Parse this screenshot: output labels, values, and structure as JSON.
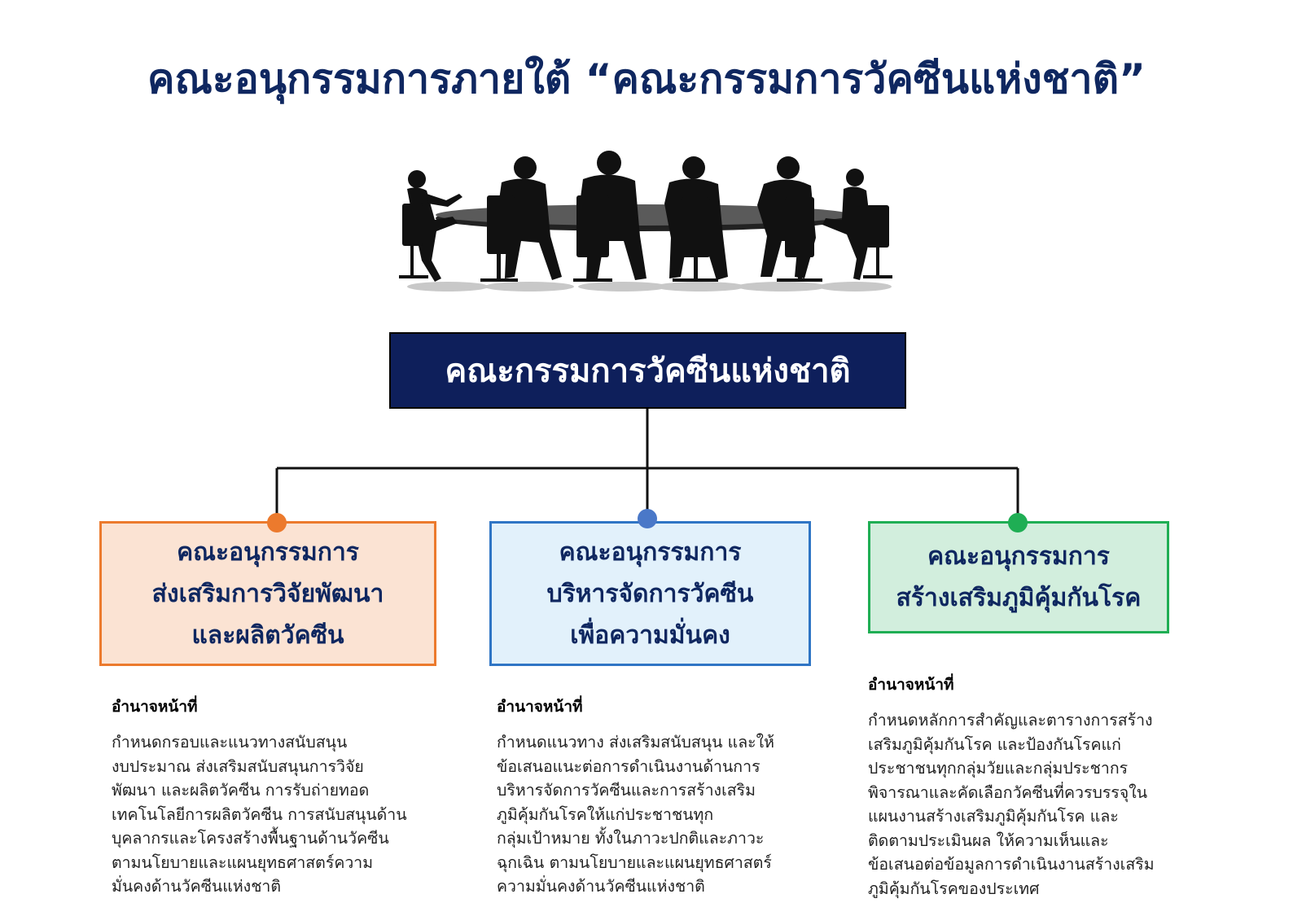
{
  "title": "คณะอนุกรรมการภายใต้ “คณะกรรมการวัคซีนแห่งชาติ”",
  "main_committee": "คณะกรรมการวัคซีนแห่งชาติ",
  "colors": {
    "navy": "#0e1f5b",
    "title": "#0f2760",
    "orange": "#ec7a2d",
    "blue": "#2f75c5",
    "green": "#1fae54"
  },
  "subcommittees": [
    {
      "lines": [
        "คณะอนุกรรมการ",
        "ส่งเสริมการวิจัยพัฒนา",
        "และผลิตวัคซีน"
      ],
      "duty_heading": "อำนาจหน้าที่",
      "duty_lines": [
        "กำหนดกรอบและแนวทางสนับสนุน",
        "งบประมาณ ส่งเสริมสนับสนุนการวิจัย",
        "พัฒนา และผลิตวัคซีน การรับถ่ายทอด",
        "เทคโนโลยีการผลิตวัคซีน การสนับสนุนด้าน",
        "บุคลากรและโครงสร้างพื้นฐานด้านวัคซีน",
        "ตามนโยบายและแผนยุทธศาสตร์ความ",
        "มั่นคงด้านวัคซีนแห่งชาติ"
      ]
    },
    {
      "lines": [
        "คณะอนุกรรมการ",
        "บริหารจัดการวัคซีน",
        "เพื่อความมั่นคง"
      ],
      "duty_heading": "อำนาจหน้าที่",
      "duty_lines": [
        "กำหนดแนวทาง ส่งเสริมสนับสนุน และให้",
        "ข้อเสนอแนะต่อการดำเนินงานด้านการ",
        "บริหารจัดการวัคซีนและการสร้างเสริม",
        "ภูมิคุ้มกันโรคให้แก่ประชาชนทุก",
        "กลุ่มเป้าหมาย ทั้งในภาวะปกติและภาวะ",
        "ฉุกเฉิน ตามนโยบายและแผนยุทธศาสตร์",
        "ความมั่นคงด้านวัคซีนแห่งชาติ"
      ]
    },
    {
      "lines": [
        "คณะอนุกรรมการ",
        "สร้างเสริมภูมิคุ้มกันโรค"
      ],
      "duty_heading": "อำนาจหน้าที่",
      "duty_lines": [
        "กำหนดหลักการสำคัญและตารางการสร้าง",
        "เสริมภูมิคุ้มกันโรค และป้องกันโรคแก่",
        "ประชาชนทุกกลุ่มวัยและกลุ่มประชากร",
        "พิจารณาและคัดเลือกวัคซีนที่ควรบรรจุใน",
        "แผนงานสร้างเสริมภูมิคุ้มกันโรค และ",
        "ติดตามประเมินผล ให้ความเห็นและ",
        "ข้อเสนอต่อข้อมูลการดำเนินงานสร้างเสริม",
        "ภูมิคุ้มกันโรคของประเทศ"
      ]
    }
  ]
}
